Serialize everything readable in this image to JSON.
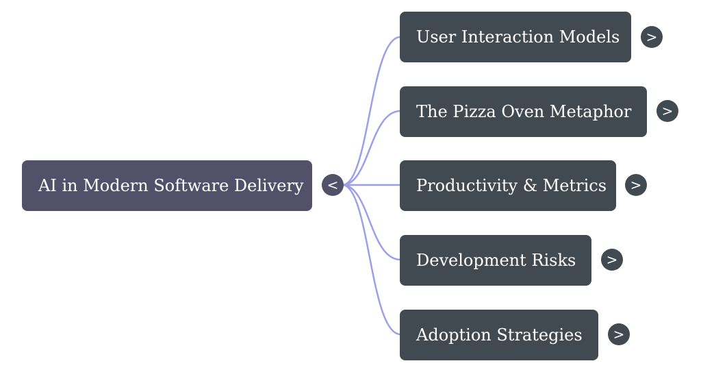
{
  "colors": {
    "root_node": "#525169",
    "child_node": "#414a51",
    "connector": "#9b9fe8",
    "text": "#ffffff"
  },
  "root": {
    "label": "AI in Modern Software Delivery",
    "toggle": "<"
  },
  "children": [
    {
      "label": "User Interaction Models",
      "toggle": ">"
    },
    {
      "label": "The Pizza Oven Metaphor",
      "toggle": ">"
    },
    {
      "label": "Productivity & Metrics",
      "toggle": ">"
    },
    {
      "label": "Development Risks",
      "toggle": ">"
    },
    {
      "label": "Adoption Strategies",
      "toggle": ">"
    }
  ]
}
